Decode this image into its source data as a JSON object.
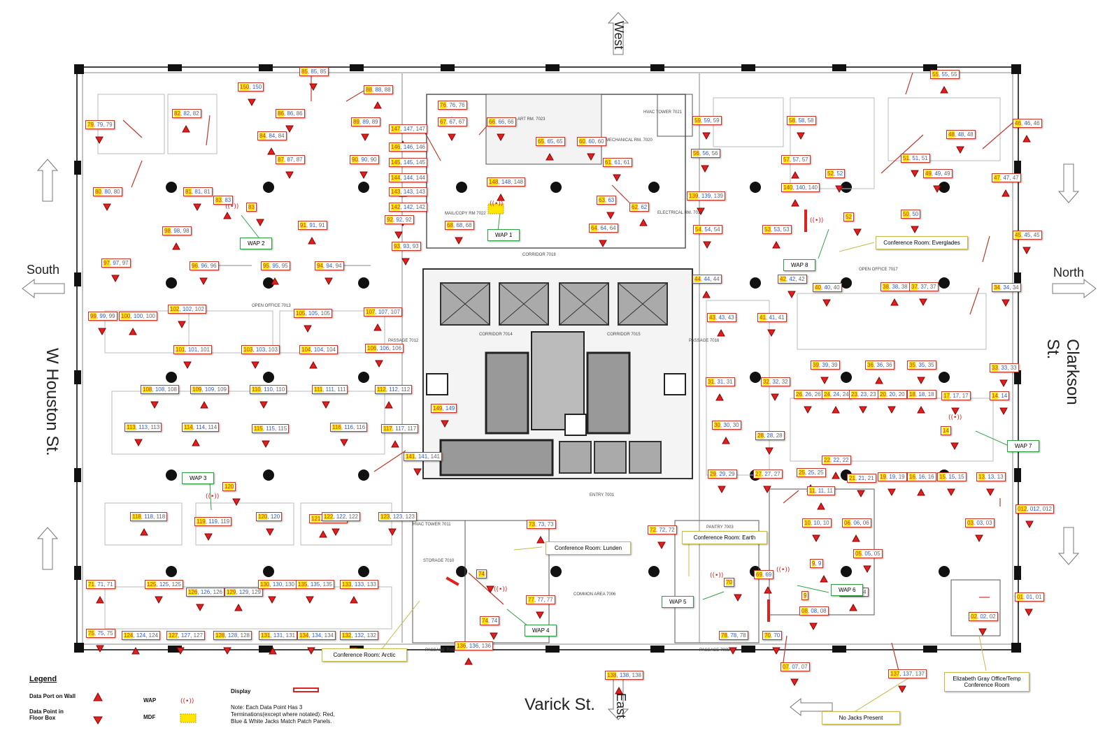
{
  "streets": {
    "south_label": "South",
    "north_label": "North",
    "west_label": "West",
    "east_label": "East",
    "left_street": "W Houston St.",
    "right_street": "Clarkson St.",
    "bottom_street": "Varick St."
  },
  "legend": {
    "title": "Legend",
    "wall_port": "Data Port on Wall",
    "floor_box": "Data Point in Floor Box",
    "wap": "WAP",
    "mdf": "MDF",
    "display": "Display",
    "note": "Note: Each Data Point Has 3 Terminations(except where notated): Red, Blue & White Jacks Match Patch Panels."
  },
  "wap_labels": [
    "WAP 1",
    "WAP 2",
    "WAP 3",
    "WAP 4",
    "WAP 5",
    "WAP 6",
    "WAP 7",
    "WAP 8"
  ],
  "conference_rooms": [
    "Conference Room: Everglades",
    "Conference Room: Lunden",
    "Conference Room: Earth",
    "Conference Room: Arctic",
    "Elizabeth Gray Office/Temp Conference Room",
    "No Jacks Present"
  ],
  "rooms": [
    "OPEN OFFICE 7013",
    "OPEN OFFICE 7017",
    "CORRIDOR 7018",
    "CORRIDOR 7014",
    "CORRIDOR 7015",
    "PASSAGE 7012",
    "PASSAGE 7016",
    "ENTRY 7001",
    "COMMON AREA 7006",
    "STORAGE 7010",
    "PASSAGE 7008",
    "PASSAGE 7005",
    "ELECTRICAL RM. 7019",
    "MECHANICAL RM. 7020",
    "ART RM. 7023",
    "HVAC TOWER 7021",
    "HVAC TOWER 7011",
    "MAIL/COPY RM 7022",
    "PANTRY 7003"
  ],
  "ports": [
    "85, 85, 85",
    "88, 88, 88",
    "150, 150",
    "86, 86, 86",
    "82, 82, 82",
    "79, 79, 79",
    "89, 89, 89",
    "76, 76, 76",
    "67, 67, 67",
    "66, 66, 66",
    "84, 84, 84",
    "87, 87, 87",
    "90, 90, 90",
    "147, 147, 147",
    "146, 146, 146",
    "145, 145, 145",
    "144, 144, 144",
    "143, 143, 143",
    "142, 142, 142",
    "65, 65, 65",
    "60, 60, 60",
    "61, 61, 61",
    "148, 148, 148",
    "63, 63",
    "64, 64, 64",
    "62, 62",
    "80, 80, 80",
    "81, 81, 81",
    "83, 83",
    "83",
    "92, 92, 92",
    "91, 91, 91",
    "68, 68, 68",
    "93, 93, 93",
    "98, 98, 98",
    "97, 97, 97",
    "96, 96, 96",
    "95, 95, 95",
    "94, 94, 94",
    "99, 99, 99",
    "100, 100, 100",
    "102, 102, 102",
    "105, 105, 105",
    "107, 107, 107",
    "101, 101, 101",
    "103, 103, 103",
    "104, 104, 104",
    "106, 106, 106",
    "108, 108, 108",
    "109, 109, 109",
    "110, 110, 110",
    "111, 111, 111",
    "112, 112, 112",
    "149, 149",
    "113, 113, 113",
    "114, 114, 114",
    "115, 115, 115",
    "116, 116, 116",
    "117, 117, 117",
    "141, 141, 141",
    "120",
    "118, 118, 118",
    "119, 119, 119",
    "120, 120",
    "121, 121, 121",
    "122, 122, 122",
    "123, 123, 123",
    "73, 73, 73",
    "72, 72, 72",
    "74",
    "71, 71, 71",
    "125, 125, 125",
    "126, 126, 126",
    "129, 129, 129",
    "130, 130, 130",
    "135, 135, 135",
    "133, 133, 133",
    "77, 77, 77",
    "74, 74",
    "69, 69",
    "70",
    "75, 75, 75",
    "124, 124, 124",
    "127, 127, 127",
    "128, 128, 128",
    "131, 131, 131",
    "134, 134, 134",
    "132, 132, 132",
    "136, 136, 136",
    "78, 78, 78",
    "70, 70",
    "138, 138, 138",
    "07, 07, 07",
    "137, 137, 137",
    "55, 55, 55",
    "59, 59, 59",
    "58, 58, 58",
    "46, 46, 46",
    "48, 48, 48",
    "56, 56, 56",
    "57, 57, 57",
    "51, 51, 51",
    "49, 49, 49",
    "47, 47, 47",
    "52, 52",
    "139, 139, 139",
    "140, 140, 140",
    "50, 50",
    "54, 54, 54",
    "53, 53, 53",
    "52",
    "45, 45, 45",
    "44, 44, 44",
    "42, 42, 42",
    "40, 40, 40",
    "38, 38, 38",
    "37, 37, 37",
    "34, 34, 34",
    "43, 43, 43",
    "41, 41, 41",
    "39, 39, 39",
    "36, 36, 36",
    "35, 35, 35",
    "33, 33, 33",
    "31, 31, 31",
    "32, 32, 32",
    "26, 26, 26",
    "24, 24, 24",
    "23, 23, 23",
    "20, 20, 20",
    "18, 18, 18",
    "17, 17, 17",
    "14, 14",
    "30, 30, 30",
    "28, 28, 28",
    "14",
    "22, 22, 22",
    "29, 29, 29",
    "27, 27, 27",
    "25, 25, 25",
    "21, 21, 21",
    "19, 19, 19",
    "16, 16, 16",
    "15, 15, 15",
    "13, 13, 13",
    "11, 11, 11",
    "012, 012, 012",
    "10, 10, 10",
    "06, 06, 06",
    "03, 03, 03",
    "05, 05, 05",
    "9, 9",
    "9",
    "08, 08, 08",
    "04, 04, 04",
    "01, 01, 01",
    "02, 02, 02"
  ]
}
